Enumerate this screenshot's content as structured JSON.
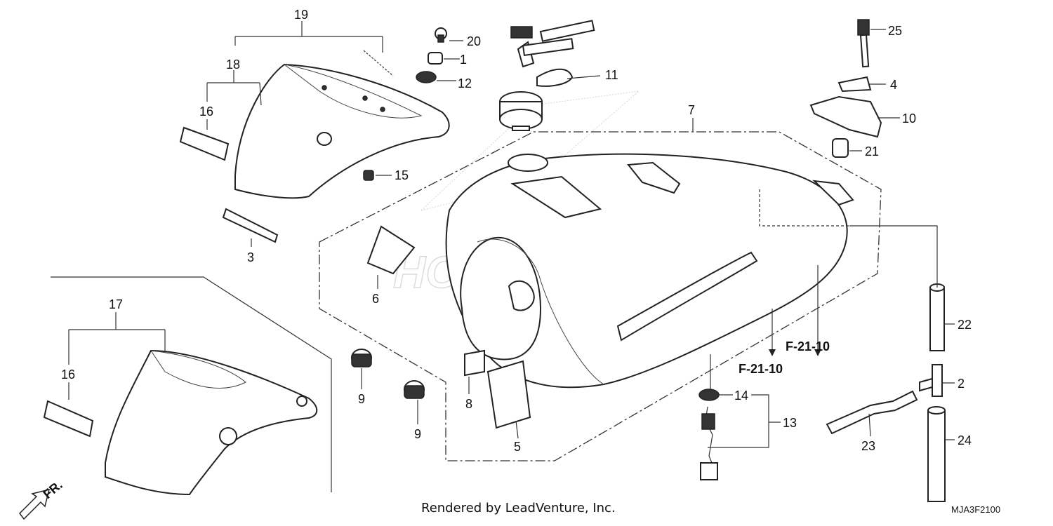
{
  "labels": {
    "p1": "1",
    "p2": "2",
    "p3": "3",
    "p4": "4",
    "p5": "5",
    "p6": "6",
    "p7": "7",
    "p8": "8",
    "p9a": "9",
    "p9b": "9",
    "p10": "10",
    "p11": "11",
    "p12": "12",
    "p13": "13",
    "p14": "14",
    "p15": "15",
    "p16a": "16",
    "p16b": "16",
    "p17": "17",
    "p18": "18",
    "p19": "19",
    "p20": "20",
    "p21": "21",
    "p22": "22",
    "p23": "23",
    "p24": "24",
    "p25": "25"
  },
  "refs": {
    "ref_a": "F-21-10",
    "ref_b": "F-21-10"
  },
  "watermark": "HONDA",
  "direction": "FR.",
  "footer": "Rendered by LeadVenture, Inc.",
  "diagram_code": "MJA3F2100"
}
